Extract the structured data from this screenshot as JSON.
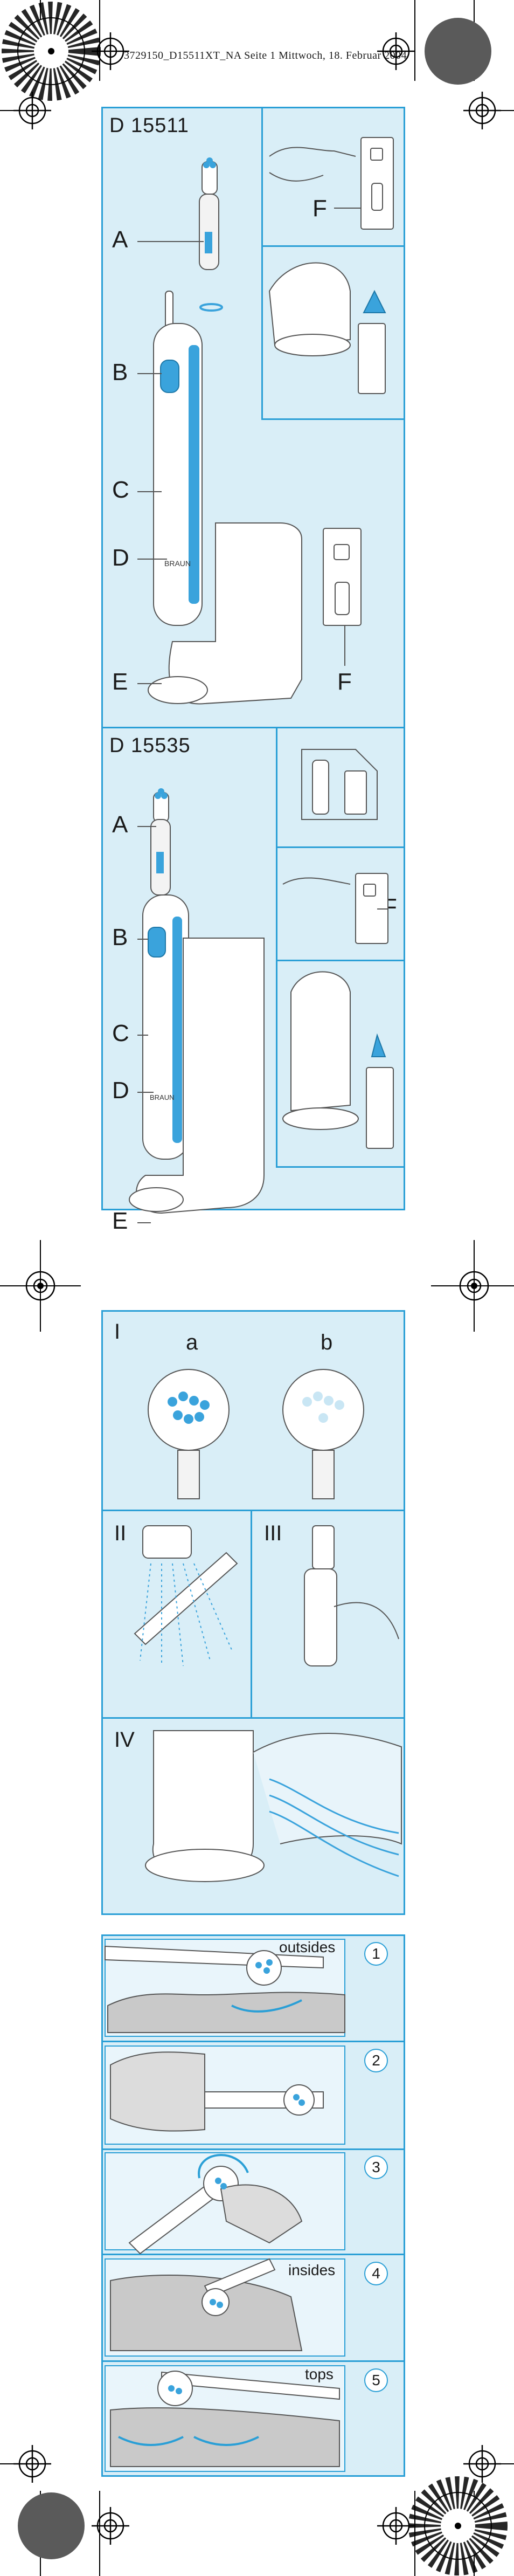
{
  "header": {
    "print_line": "3729150_D15511XT_NA  Seite 1  Mittwoch, 18. Februar 2004"
  },
  "panel1": {
    "model_a": "D 15511",
    "model_b": "D 15535",
    "callouts_a": [
      "A",
      "B",
      "C",
      "D",
      "E"
    ],
    "callout_f_top": "F",
    "callout_f_bottom": "F",
    "callouts_b": [
      "A",
      "B",
      "C",
      "D",
      "E"
    ],
    "callout_f_b": "F",
    "brand": "BRAUN"
  },
  "panel2": {
    "roman_1": "I",
    "sub_a": "a",
    "sub_b": "b",
    "roman_2": "II",
    "roman_3": "III",
    "roman_4": "IV"
  },
  "panel3": {
    "steps": [
      {
        "num": "1",
        "label": "outsides"
      },
      {
        "num": "2",
        "label": ""
      },
      {
        "num": "3",
        "label": ""
      },
      {
        "num": "4",
        "label": "insides"
      },
      {
        "num": "5",
        "label": "tops"
      }
    ]
  },
  "colors": {
    "accent": "#2a9fd6",
    "panel_bg": "#d9eef7",
    "registration": "#000000"
  },
  "icons": [
    "registration-mark-icon",
    "color-wheel-icon",
    "grey-circle-icon"
  ]
}
